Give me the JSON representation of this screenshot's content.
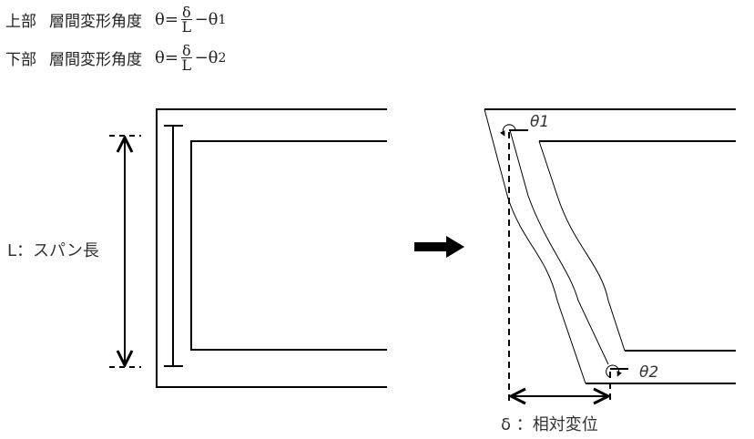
{
  "formulas": [
    {
      "position": "上部",
      "name": "層間変形角度",
      "lhs": "θ",
      "eq": "=",
      "numerator": "δ",
      "denominator": "L",
      "minus": "−",
      "theta": "θ",
      "index": "1"
    },
    {
      "position": "下部",
      "name": "層間変形角度",
      "lhs": "θ",
      "eq": "=",
      "numerator": "δ",
      "denominator": "L",
      "minus": "−",
      "theta": "θ",
      "index": "2"
    }
  ],
  "labels": {
    "span": "L：スパン長",
    "theta1": "θ1",
    "theta2": "θ2",
    "delta": "δ ：相対変位"
  }
}
